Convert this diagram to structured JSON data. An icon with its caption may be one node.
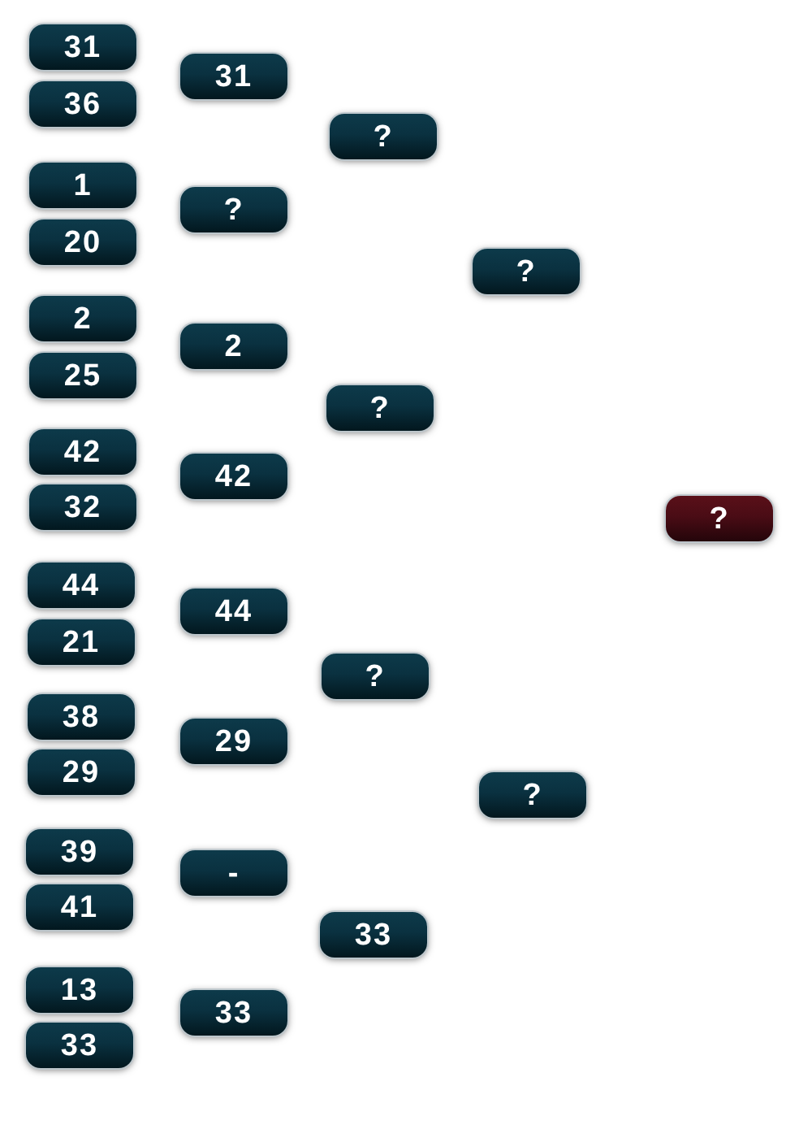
{
  "diagram": {
    "nodes": [
      {
        "text": [
          "31"
        ]
      },
      {
        "text": [
          "36"
        ]
      },
      {
        "text": [
          "1"
        ]
      },
      {
        "text": [
          "20"
        ]
      },
      {
        "text": [
          "2"
        ]
      },
      {
        "text": [
          "25"
        ]
      },
      {
        "text": [
          "42"
        ]
      },
      {
        "text": [
          "32"
        ]
      },
      {
        "text": [
          "44"
        ]
      },
      {
        "text": [
          "21"
        ]
      },
      {
        "text": [
          "38"
        ]
      },
      {
        "text": [
          "29"
        ]
      },
      {
        "text": [
          "39"
        ]
      },
      {
        "text": [
          "41"
        ]
      },
      {
        "text": [
          "13"
        ]
      },
      {
        "text": [
          "33"
        ]
      },
      {
        "text": [
          "31"
        ]
      },
      {
        "text": [
          "?"
        ]
      },
      {
        "text": [
          "2"
        ]
      },
      {
        "text": [
          "42"
        ]
      },
      {
        "text": [
          "44"
        ]
      },
      {
        "text": [
          "29"
        ]
      },
      {
        "text": [
          "-"
        ]
      },
      {
        "text": [
          "33"
        ]
      },
      {
        "text": [
          "?"
        ]
      },
      {
        "text": [
          "?"
        ]
      },
      {
        "text": [
          "?"
        ]
      },
      {
        "text": [
          "33"
        ]
      },
      {
        "text": [
          "?"
        ]
      },
      {
        "text": [
          "?"
        ]
      },
      {
        "text": [
          "?"
        ]
      }
    ]
  }
}
